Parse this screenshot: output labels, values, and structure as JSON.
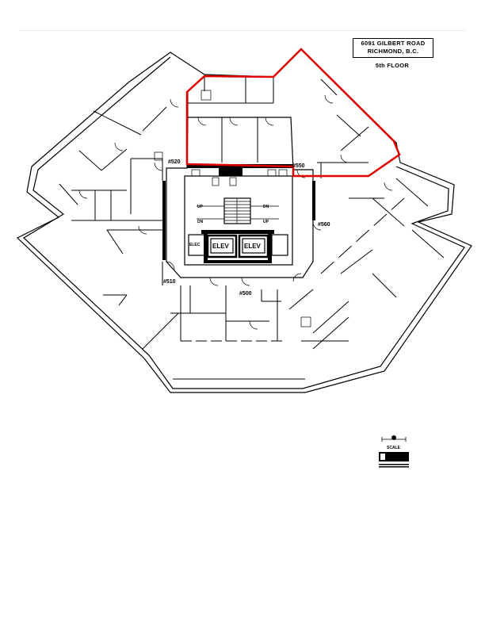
{
  "title": {
    "address_line1": "6091 GILBERT ROAD",
    "address_line2": "RICHMOND, B.C.",
    "floor": "5th FLOOR"
  },
  "units": {
    "u520": "#520",
    "u550": "#550",
    "u560": "#560",
    "u510": "#510",
    "u500": "#500"
  },
  "core": {
    "elev1": "ELEV",
    "elev2": "ELEV",
    "elec": "ELEC",
    "up1": "UP",
    "up2": "UP",
    "dn1": "DN",
    "dn2": "DN"
  },
  "scale_label": "SCALE",
  "colors": {
    "highlight": "#e00000",
    "walls": "#000000"
  }
}
